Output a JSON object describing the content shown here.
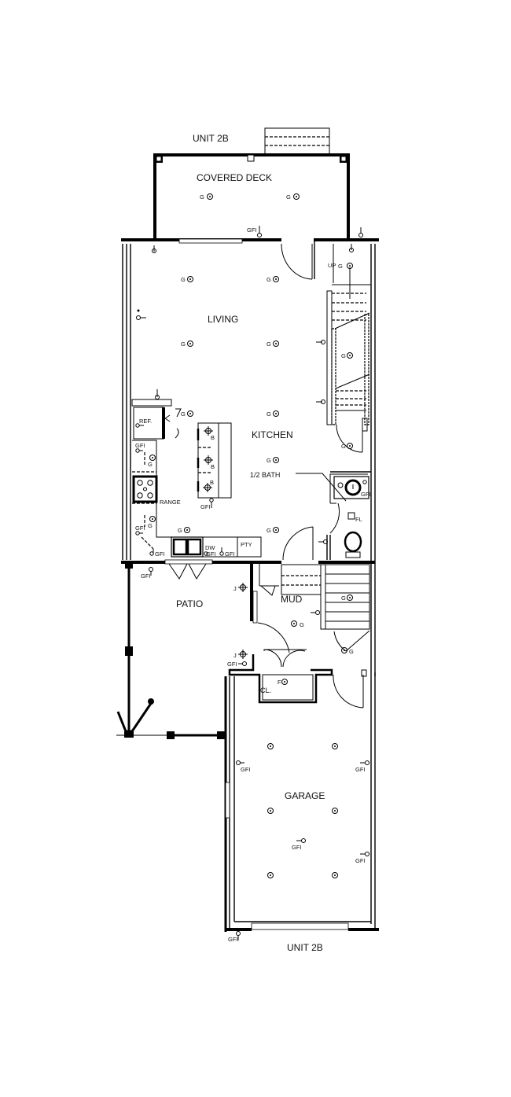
{
  "plan": {
    "title": "Floor Plan - Unit 2B (Electrical Layout)",
    "unit_label_top": "UNIT 2B",
    "unit_label_bottom": "UNIT 2B",
    "rooms": {
      "covered_deck": "COVERED DECK",
      "living": "LIVING",
      "kitchen": "KITCHEN",
      "half_bath": "1/2 BATH",
      "patio": "PATIO",
      "mud": "MUD",
      "closet": "CL.",
      "garage": "GARAGE"
    },
    "fixtures": {
      "refrigerator": "REF.",
      "range": "RANGE",
      "dishwasher": "DW",
      "pantry": "PTY",
      "stairs_up": "UP"
    },
    "symbols": {
      "gfi": "GFI",
      "g": "G",
      "b": "B",
      "f": "F",
      "fl": "FL",
      "j": "J"
    }
  }
}
